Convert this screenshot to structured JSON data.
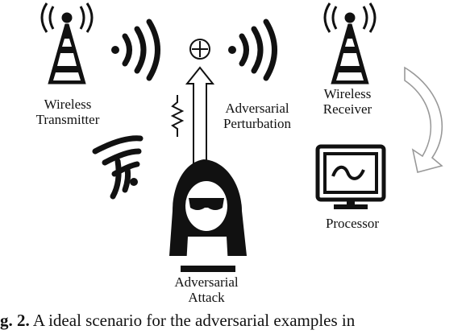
{
  "labels": {
    "transmitter_line1": "Wireless",
    "transmitter_line2": "Transmitter",
    "perturbation_line1": "Adversarial",
    "perturbation_line2": "Perturbation",
    "receiver_line1": "Wireless",
    "receiver_line2": "Receiver",
    "processor": "Processor",
    "attack_line1": "Adversarial",
    "attack_line2": "Attack"
  },
  "caption": {
    "prefix": "g. 2.",
    "text": " A ideal scenario for the adversarial examples in"
  },
  "symbols": {
    "combine": "⊕"
  },
  "icons": [
    "transmitter-tower-icon",
    "receiver-tower-icon",
    "signal-waves-icon",
    "hacker-icon",
    "processor-monitor-icon",
    "resistor-icon",
    "up-arrow-icon",
    "curved-arrow-icon"
  ],
  "colors": {
    "ink": "#111111",
    "arrow_outline": "#9a9a9a"
  }
}
